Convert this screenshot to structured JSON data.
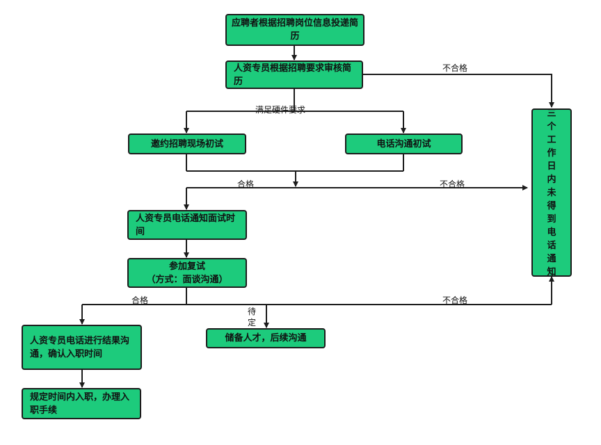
{
  "nodes": {
    "submit_resume": "应聘者根据招聘岗位信息投递简历",
    "hr_review": "人资专员根据招聘要求审核简历",
    "onsite_first": "邀约招聘现场初试",
    "phone_first": "电话沟通初试",
    "notify_interview": "人资专员电话通知面试时间",
    "second_interview": "参加复试",
    "second_interview_mode": "（方式：面谈沟通）",
    "result_comm": "人资专员电话进行结果沟通，确认入职时间",
    "reserve": "储备人才，后续沟通",
    "onboard": "规定时间内入职，办理入职手续",
    "no_call": "三个工作日内未得到电话通知"
  },
  "edge_labels": {
    "fail_1": "不合格",
    "meets_hard": "满足硬件要求",
    "pass_1": "合格",
    "fail_2": "不合格",
    "pass_2": "合格",
    "pending": "待定",
    "fail_3": "不合格"
  },
  "colors": {
    "node_fill": "#1dcb7c",
    "node_border": "#1c1c1c",
    "line": "#1c1c1c"
  }
}
